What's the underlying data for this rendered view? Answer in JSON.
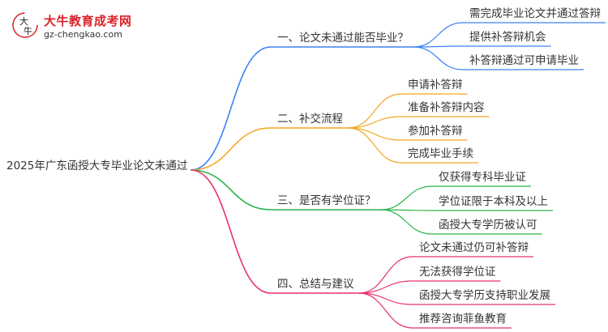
{
  "logo": {
    "glyph_top": "大",
    "glyph_bottom": "牛",
    "title": "大牛教育成考网",
    "url": "gz-chengkao.com"
  },
  "root": {
    "label": "2025年广东函授大专毕业论文未通过"
  },
  "branches": [
    {
      "label": "一、论文未通过能否毕业？",
      "color": "#3b82f6",
      "children": [
        "需完成毕业论文并通过答辩",
        "提供补答辩机会",
        "补答辩通过可申请毕业"
      ]
    },
    {
      "label": "二、补交流程",
      "color": "#f5a623",
      "children": [
        "申请补答辩",
        "准备补答辩内容",
        "参加补答辩",
        "完成毕业手续"
      ]
    },
    {
      "label": "三、是否有学位证？",
      "color": "#2db34a",
      "children": [
        "仅获得专科毕业证",
        "学位证限于本科及以上",
        "函授大专学历被认可"
      ]
    },
    {
      "label": "四、总结与建议",
      "color": "#e8306f",
      "children": [
        "论文未通过仍可补答辩",
        "无法获得学位证",
        "函授大专学历支持职业发展",
        "推荐咨询菲鱼教育"
      ]
    }
  ]
}
